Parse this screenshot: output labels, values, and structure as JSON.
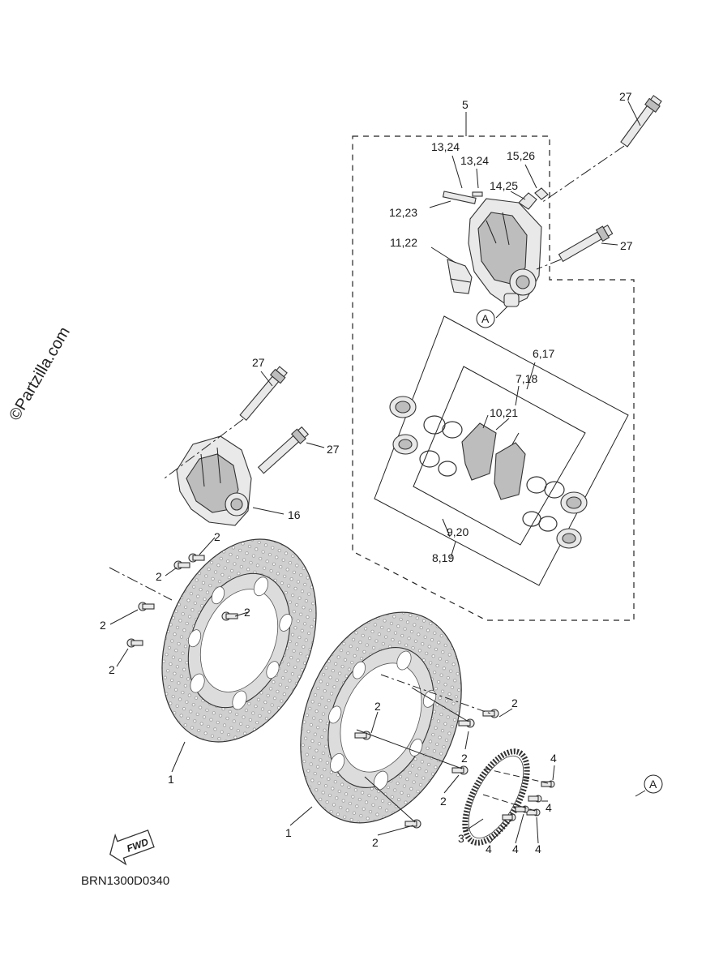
{
  "diagram": {
    "watermark": "©Partzilla.com",
    "diagram_code": "BRN1300D0340",
    "fwd_label": "FWD",
    "callouts": {
      "c5": "5",
      "c27_top": "27",
      "c13_24_a": "13,24",
      "c13_24_b": "13,24",
      "c15_26": "15,26",
      "c14_25": "14,25",
      "c12_23": "12,23",
      "c11_22": "11,22",
      "c27_right": "27",
      "cA_top": "A",
      "c6_17": "6,17",
      "c7_18": "7,18",
      "c10_21": "10,21",
      "c9_20": "9,20",
      "c8_19": "8,19",
      "c27_left_top": "27",
      "c27_left_mid": "27",
      "c16": "16",
      "c2_a": "2",
      "c2_b": "2",
      "c2_c": "2",
      "c2_d": "2",
      "c2_e": "2",
      "c1_left": "1",
      "c2_f": "2",
      "c2_g": "2",
      "c2_h": "2",
      "c2_i": "2",
      "c2_j": "2",
      "c1_right": "1",
      "c3": "3",
      "c4_a": "4",
      "c4_b": "4",
      "c4_c": "4",
      "c4_d": "4",
      "c4_e": "4",
      "cA_bottom": "A"
    }
  }
}
